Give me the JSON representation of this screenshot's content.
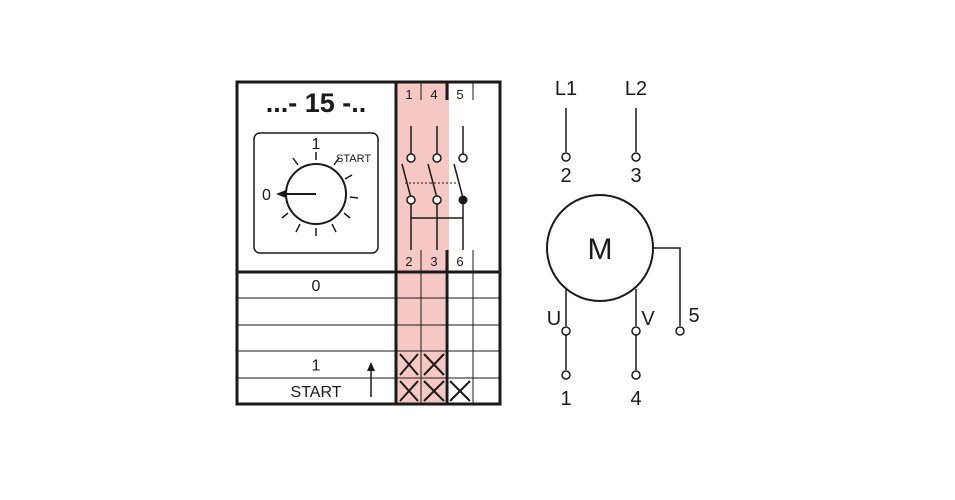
{
  "title": "...- 15 -..",
  "dial": {
    "label_one": "1",
    "label_start": "START",
    "label_zero": "0"
  },
  "contacts": {
    "top_terminals": [
      "1",
      "4",
      "5"
    ],
    "bottom_terminals": [
      "2",
      "3",
      "6"
    ]
  },
  "positions_table": {
    "rows": [
      "0",
      "",
      "",
      "1",
      "START"
    ],
    "marks": [
      [
        false,
        false,
        false
      ],
      [
        false,
        false,
        false
      ],
      [
        false,
        false,
        false
      ],
      [
        true,
        true,
        false
      ],
      [
        true,
        true,
        true
      ]
    ],
    "arrow_row": 4
  },
  "motor": {
    "symbol": "M",
    "supply_lines": [
      "L1",
      "L2"
    ],
    "supply_terminals": [
      "2",
      "3"
    ],
    "winding_labels": [
      "U",
      "V"
    ],
    "aux_terminal": "5",
    "bottom_terminals": [
      "1",
      "4"
    ]
  },
  "colors": {
    "highlight": "#f6c8c4",
    "line": "#1a1a1a"
  }
}
